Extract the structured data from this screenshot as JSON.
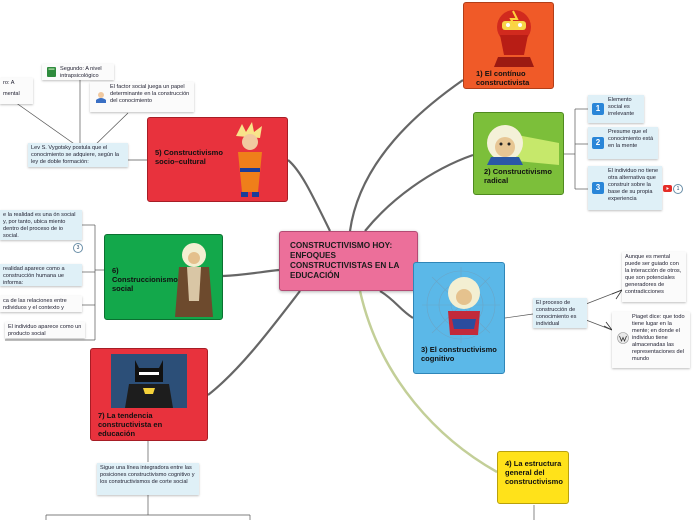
{
  "central": {
    "title": "CONSTRUCTIVISMO HOY: ENFOQUES CONSTRUCTIVISTAS EN LA EDUCACIÓN"
  },
  "branches": {
    "b1": {
      "label": "1) El contínuo constructivista"
    },
    "b2": {
      "label": "2) Constructivismo radical"
    },
    "b3": {
      "label": "3) El constructivismo cognitivo"
    },
    "b4": {
      "label": "4) La estructura general del constructivismo"
    },
    "b5": {
      "label": "5) Constructivismo socio–cultural"
    },
    "b6": {
      "label": "6) Construccionismo social"
    },
    "b7": {
      "label": "7) La tendencia constructivista en educación"
    }
  },
  "notes": {
    "radical_1": "Elemento social es irrelevante",
    "radical_2": "Presume que el conocimiento está en la mente",
    "radical_3": "El individuo no tiene otra alternativa que construir sobre la base de su propia experiencia",
    "radical_badges": [
      "1",
      "2",
      "3"
    ],
    "radical_count": "1",
    "cognitivo_proceso": "El proceso de construcción de conocimiento es individual",
    "cognitivo_mental": "Aunque es mental puede ser guiado con la interacción de otros, que son potenciales generadores de contradicciones",
    "cognitivo_piaget": "Piaget dice: que todo tiene lugar en la mente; en donde el individuo tiene almacenadas las representaciones del mundo",
    "socio_vygotsky": "Lev S. Vygotsky postula que el conocimiento se adquiere, según la ley de doble formación:",
    "socio_segundo": "Segundo: A nivel intrapsicológico",
    "socio_factor": "El factor social juega un papel determinante en la construcción del conocimiento",
    "socio_primero_a": "ro: A",
    "socio_primero_b": "mental",
    "social_1": "e la realidad es una ón social y, por tanto, ubica miento dentro del proceso de io social.",
    "social_count": "3",
    "social_2": "realidad aparece como a construcción humana ue informa:",
    "social_3": "ca de las relaciones entre ndividuos y el contexto y",
    "social_4": "El individuo aparece como un producto social",
    "tendencia_1": "Sigue una línea integradora entre las posiciones constructivismo cognitivo y los constructivismos de corte social"
  },
  "colors": {
    "central": "#ec6f9a",
    "orange": "#f05a28",
    "green": "#7cbf3a",
    "blue": "#5bb8e8",
    "yellow": "#ffe21a",
    "red": "#e8323d",
    "dkgreen": "#13a84b",
    "link": "#555555",
    "link_yellow": "#b9c98f"
  },
  "icons": [
    "flash-character-icon",
    "blonde-character-icon",
    "spider-character-icon",
    "goku-character-icon",
    "yoda-character-icon",
    "batman-character-icon",
    "book-icon",
    "person-icon",
    "youtube-icon",
    "wikipedia-icon"
  ]
}
